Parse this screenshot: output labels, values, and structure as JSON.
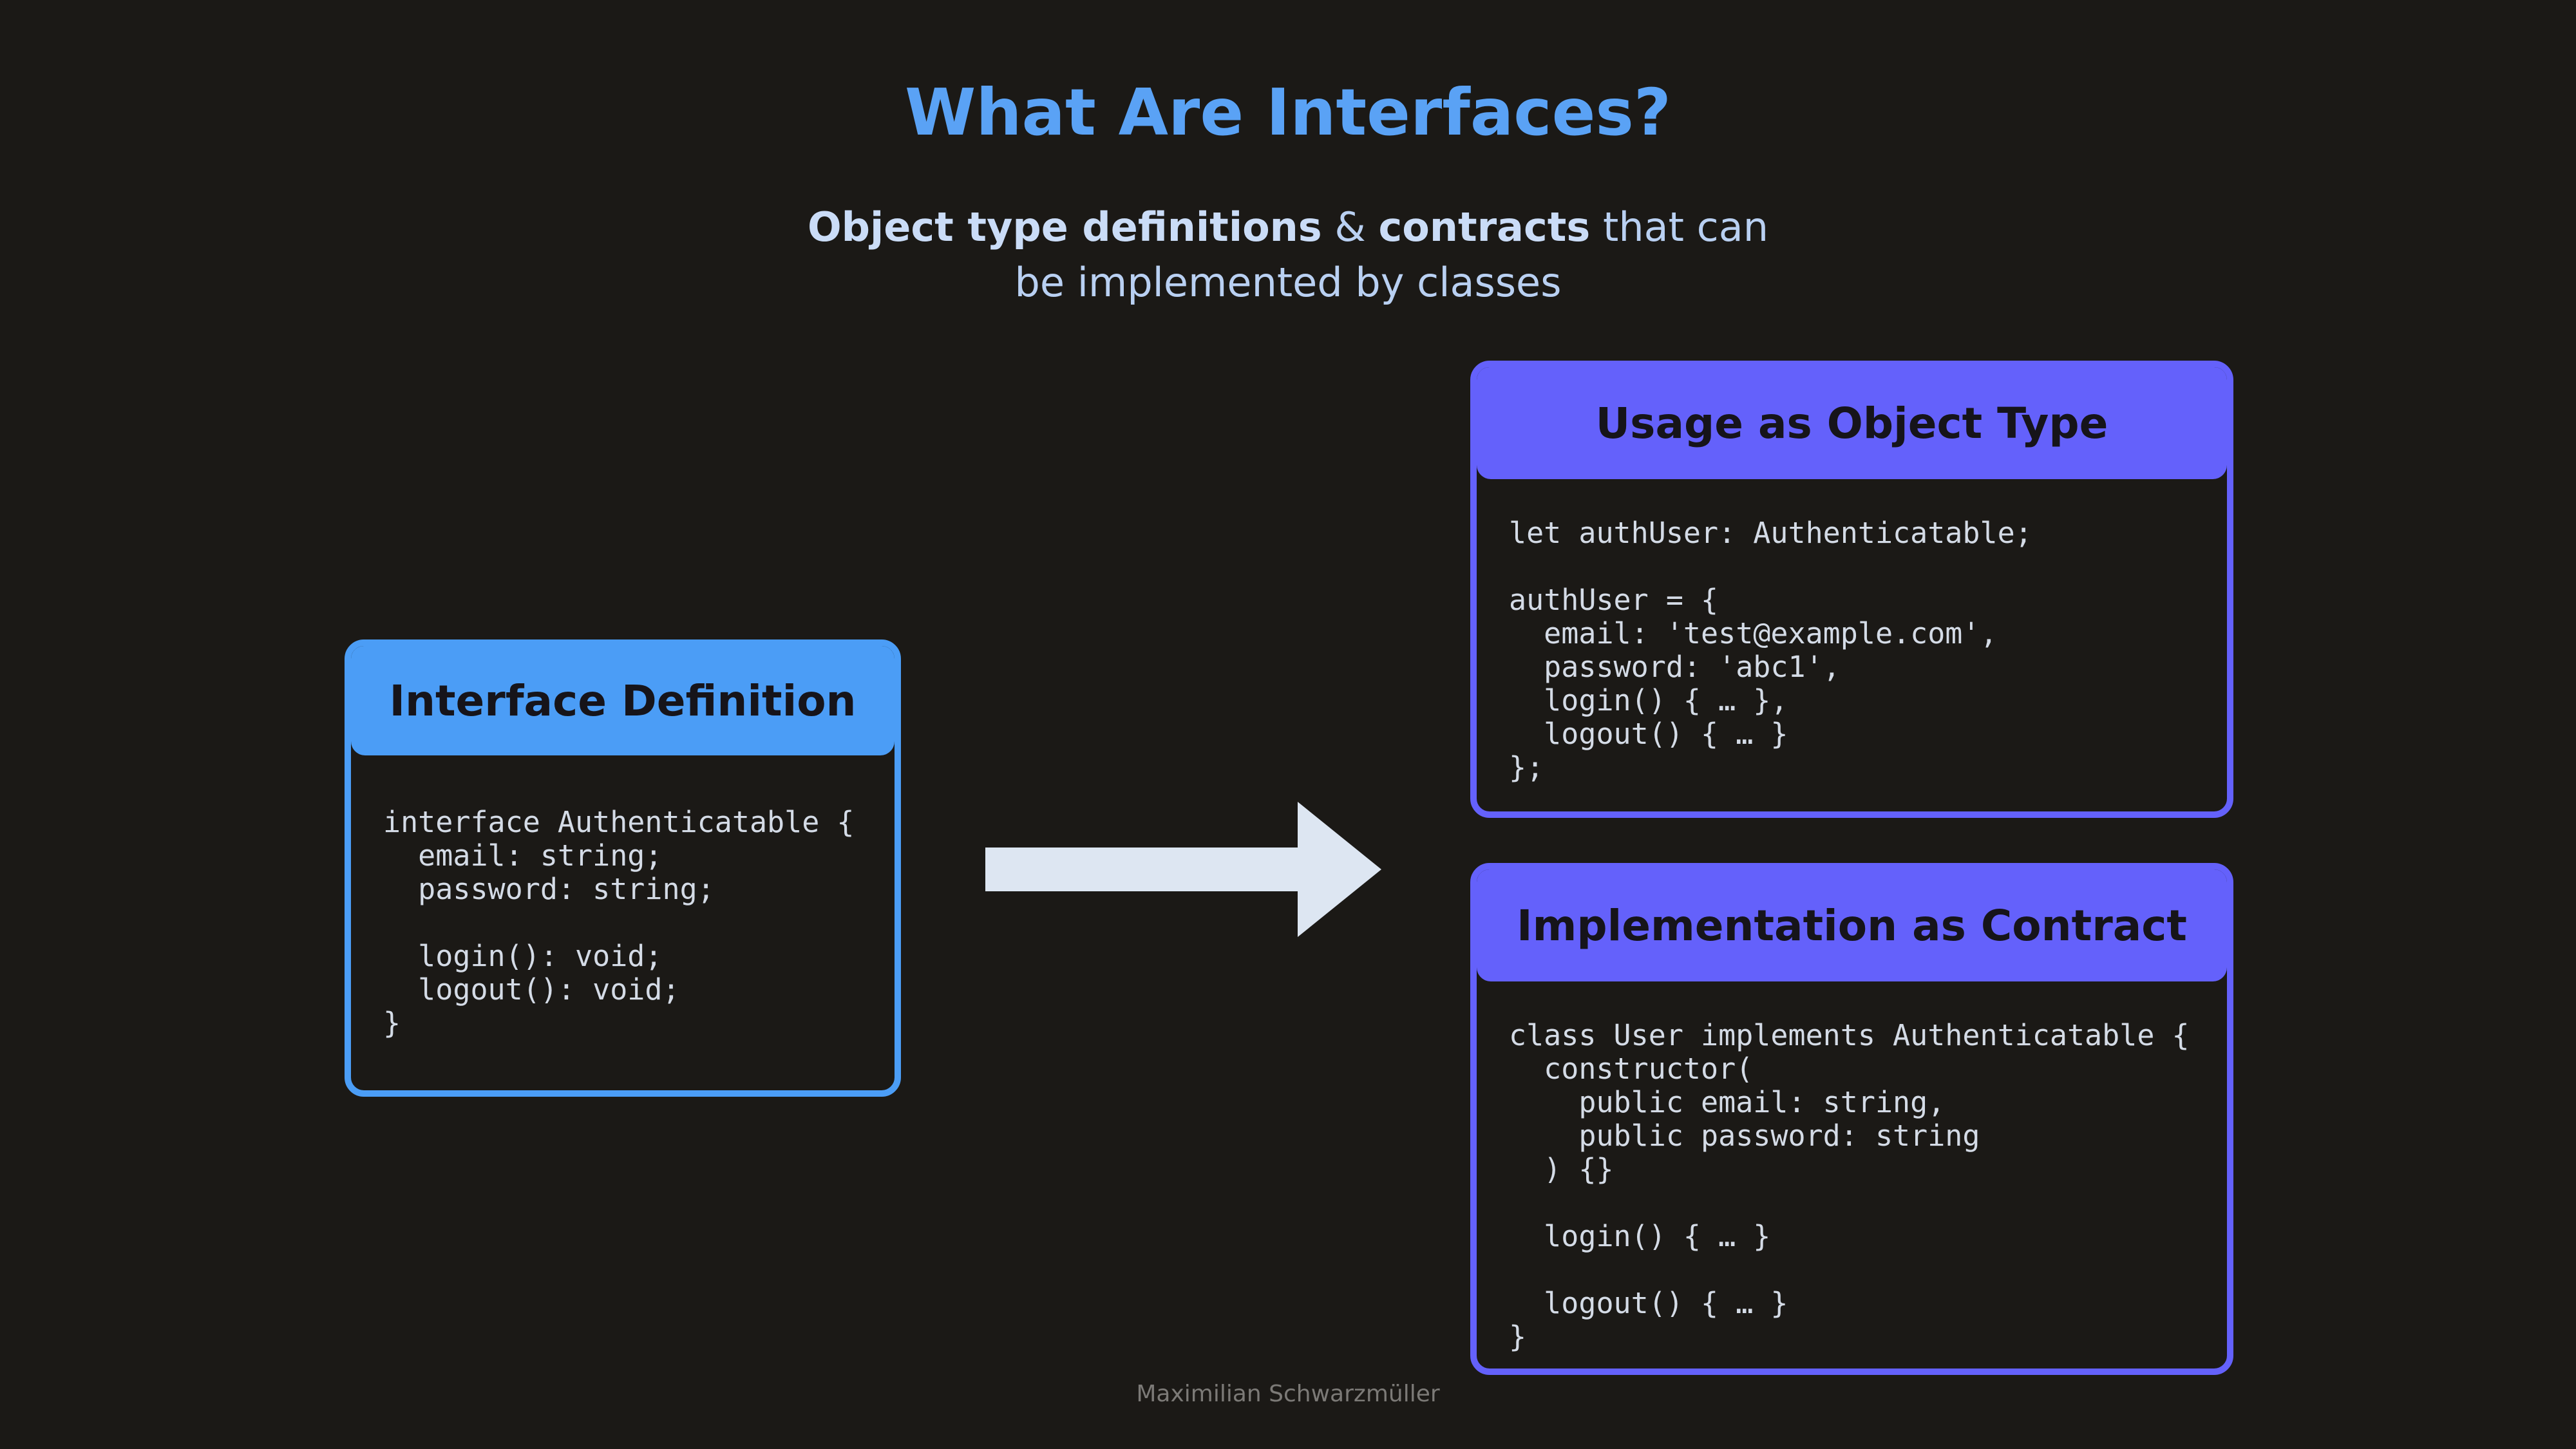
{
  "slide": {
    "title": "What Are Interfaces?",
    "subtitle": {
      "bold1": "Object type definitions",
      "amp": " & ",
      "bold2": "contracts",
      "rest1": " that can",
      "rest2": "be implemented by classes"
    },
    "footer": "Maximilian Schwarzmüller"
  },
  "cards": {
    "definition": {
      "title": "Interface Definition",
      "code": "interface Authenticatable {\n  email: string;\n  password: string;\n\n  login(): void;\n  logout(): void;\n}"
    },
    "usage": {
      "title": "Usage as Object Type",
      "code": "let authUser: Authenticatable;\n\nauthUser = {\n  email: 'test@example.com',\n  password: 'abc1',\n  login() { … },\n  logout() { … }\n};"
    },
    "implementation": {
      "title": "Implementation as Contract",
      "code": "class User implements Authenticatable {\n  constructor(\n    public email: string,\n    public password: string\n  ) {}\n\n  login() { … }\n\n  logout() { … }\n}"
    }
  },
  "colors": {
    "background": "#1b1916",
    "title": "#5aa2f5",
    "definition_accent": "#4b9df6",
    "usage_accent": "#6461fb",
    "arrow": "#dde6f2"
  }
}
